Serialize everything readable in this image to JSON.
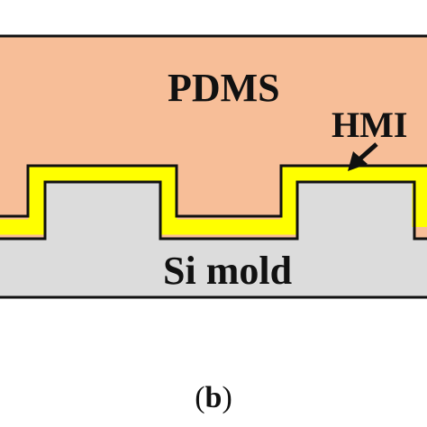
{
  "diagram": {
    "layers": {
      "pdms": {
        "label": "PDMS",
        "fill": "#F7BE98"
      },
      "hmi": {
        "label": "HMI",
        "fill": "#FFFF00"
      },
      "si_mold": {
        "label": "Si mold",
        "fill": "#DCDCDC"
      }
    },
    "outline_color": "#111111",
    "caption": {
      "open": "(",
      "letter": "b",
      "close": ")"
    }
  }
}
